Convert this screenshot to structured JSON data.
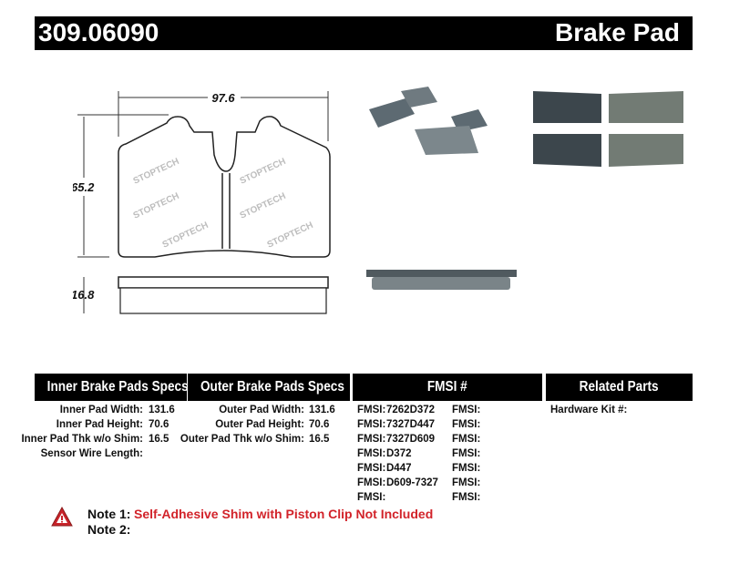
{
  "header": {
    "part_number": "309.06090",
    "title": "Brake Pad"
  },
  "diagram": {
    "width": "97.6",
    "height": "65.2",
    "thickness": "16.8",
    "watermark": "STOPTECH"
  },
  "tables": {
    "inner": {
      "title": "Inner Brake Pads Specs",
      "rows": [
        {
          "label": "Inner Pad Width:",
          "value": "131.6"
        },
        {
          "label": "Inner Pad Height:",
          "value": "70.6"
        },
        {
          "label": "Inner Pad Thk w/o Shim:",
          "value": "16.5"
        },
        {
          "label": "Sensor Wire Length:",
          "value": ""
        }
      ]
    },
    "outer": {
      "title": "Outer Brake Pads Specs",
      "rows": [
        {
          "label": "Outer Pad Width:",
          "value": "131.6"
        },
        {
          "label": "Outer Pad Height:",
          "value": "70.6"
        },
        {
          "label": "Outer Pad Thk w/o Shim:",
          "value": "16.5"
        }
      ]
    },
    "fmsi": {
      "title": "FMSI #",
      "col1": [
        {
          "label": "FMSI:",
          "value": "7262D372"
        },
        {
          "label": "FMSI:",
          "value": "7327D447"
        },
        {
          "label": "FMSI:",
          "value": "7327D609"
        },
        {
          "label": "FMSI:",
          "value": "D372"
        },
        {
          "label": "FMSI:",
          "value": "D447"
        },
        {
          "label": "FMSI:",
          "value": "D609-7327"
        },
        {
          "label": "FMSI:",
          "value": ""
        }
      ],
      "col2": [
        "FMSI:",
        "FMSI:",
        "FMSI:",
        "FMSI:",
        "FMSI:",
        "FMSI:",
        "FMSI:"
      ]
    },
    "related": {
      "title": "Related Parts",
      "rows": [
        {
          "label": "Hardware Kit #:",
          "value": ""
        }
      ]
    }
  },
  "notes": {
    "icon": "warning-triangle-icon",
    "note1_label": "Note 1:",
    "note1_text": "Self-Adhesive Shim with Piston Clip Not Included",
    "note2_label": "Note 2:",
    "note2_text": "",
    "note_color": "#d2232a"
  }
}
